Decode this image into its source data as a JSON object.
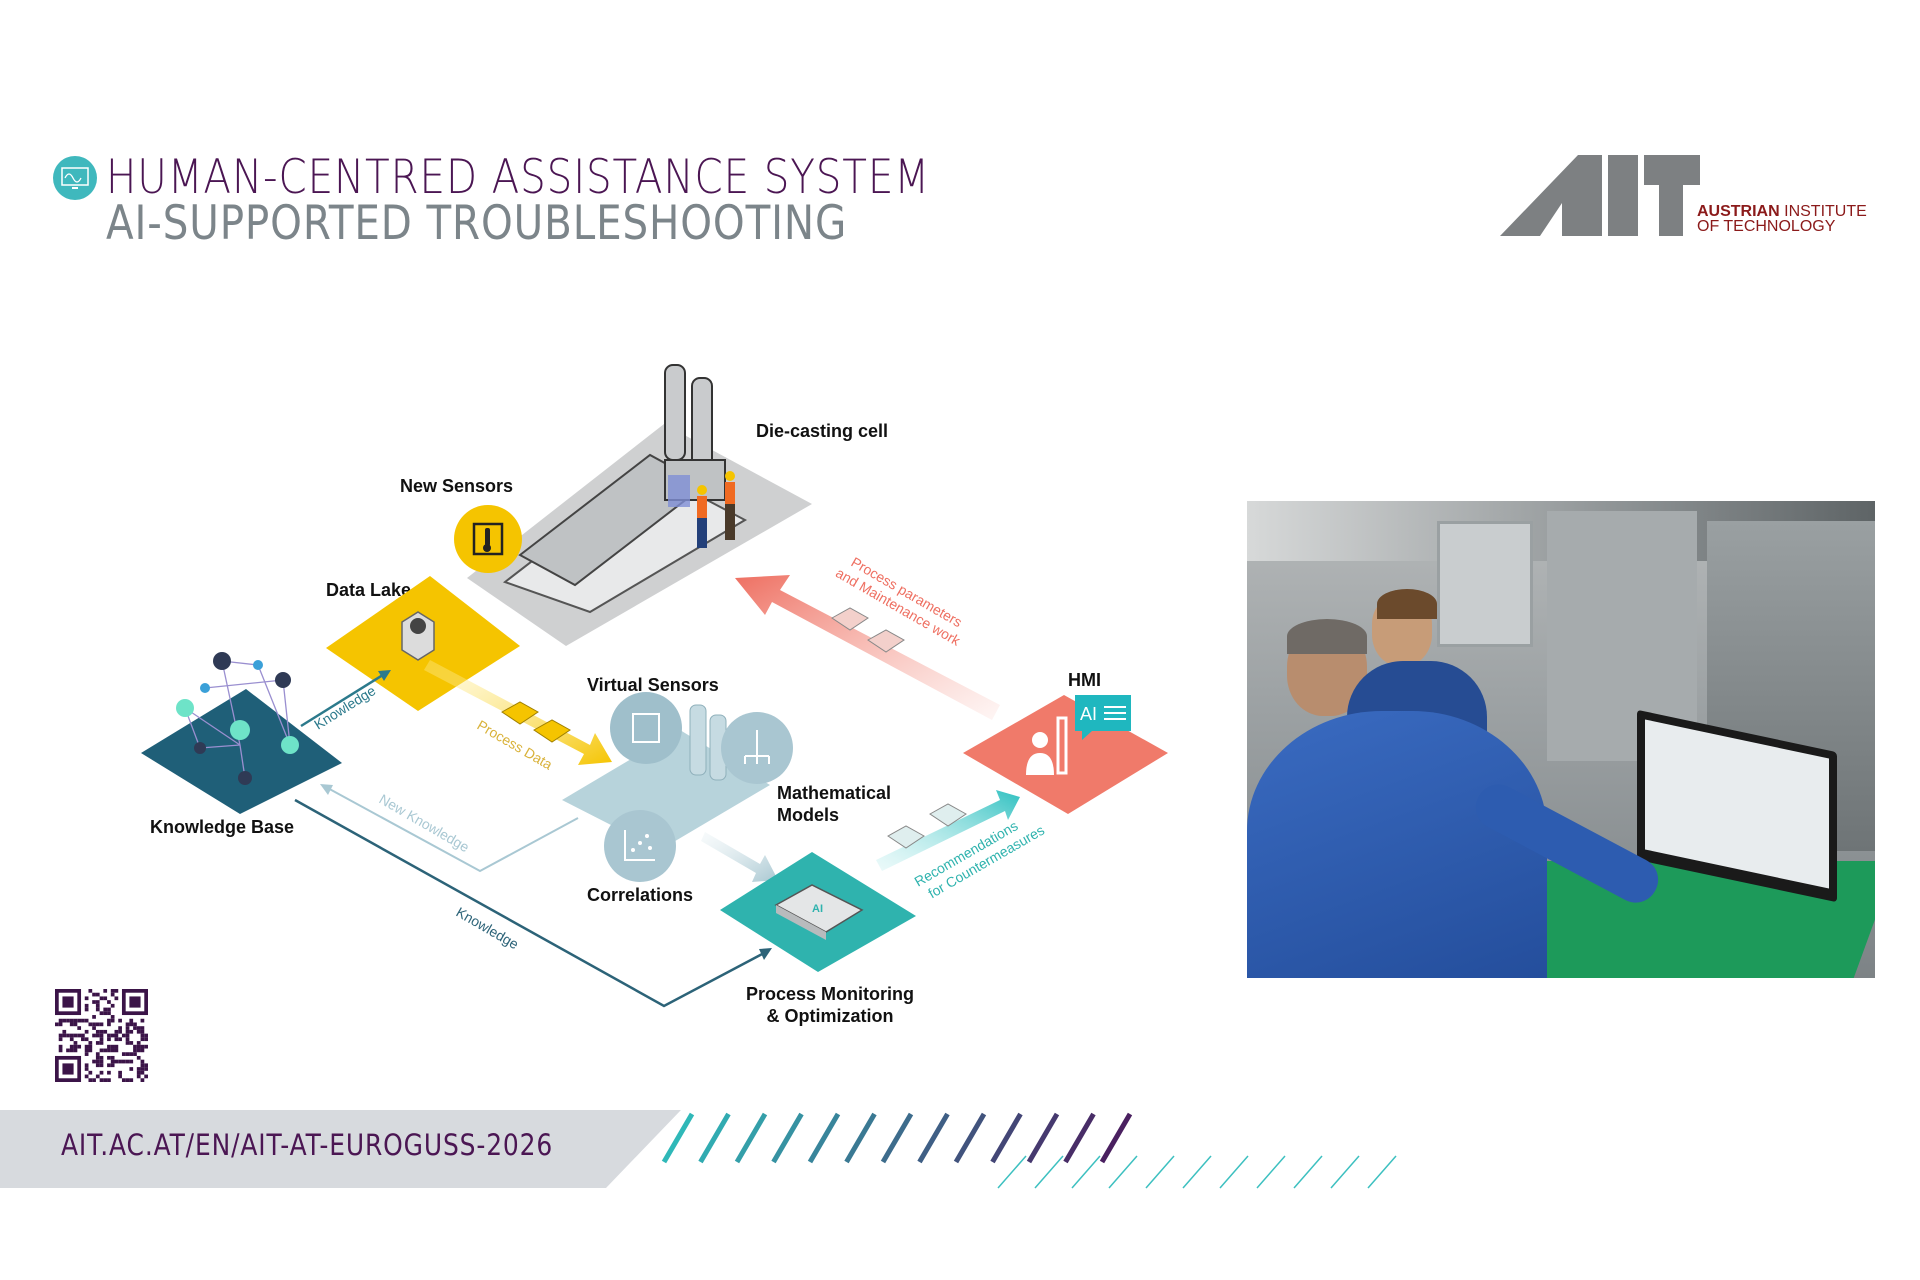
{
  "header": {
    "title": "HUMAN-CENTRED ASSISTANCE SYSTEM",
    "subtitle": "AI-SUPPORTED TROUBLESHOOTING"
  },
  "logo": {
    "mark": "AIT",
    "name_bold": "AUSTRIAN",
    "name_rest": " INSTITUTE",
    "name_line2": "OF TECHNOLOGY",
    "color": "#8b1a1a"
  },
  "diagram": {
    "die_casting_cell": "Die-casting cell",
    "new_sensors": "New Sensors",
    "data_lake": "Data Lake",
    "knowledge_base": "Knowledge Base",
    "virtual_sensors": "Virtual Sensors",
    "mathematical_models_1": "Mathematical",
    "mathematical_models_2": "Models",
    "correlations": "Correlations",
    "process_monitoring_1": "Process Monitoring",
    "process_monitoring_2": "& Optimization",
    "hmi": "HMI",
    "hmi_badge": "AI",
    "arrow_knowledge_top": "Knowledge",
    "arrow_process_data": "Process Data",
    "arrow_new_knowledge": "New Knowledge",
    "arrow_knowledge_bottom": "Knowledge",
    "arrow_recommendations_1": "Recommendations",
    "arrow_recommendations_2": "for Countermeasures",
    "arrow_process_params_1": "Process parameters",
    "arrow_process_params_2": "and Maintenance work"
  },
  "colors": {
    "title": "#4b1653",
    "subtitle": "#7c858a",
    "yellow": "#f5c400",
    "teal": "#2fb3ae",
    "dark_teal": "#1f5f78",
    "coral": "#f07a6a",
    "footer_band": "#d7dade"
  },
  "footer": {
    "url": "AIT.AC.AT/EN/AIT-AT-EUROGUSS-2026"
  }
}
